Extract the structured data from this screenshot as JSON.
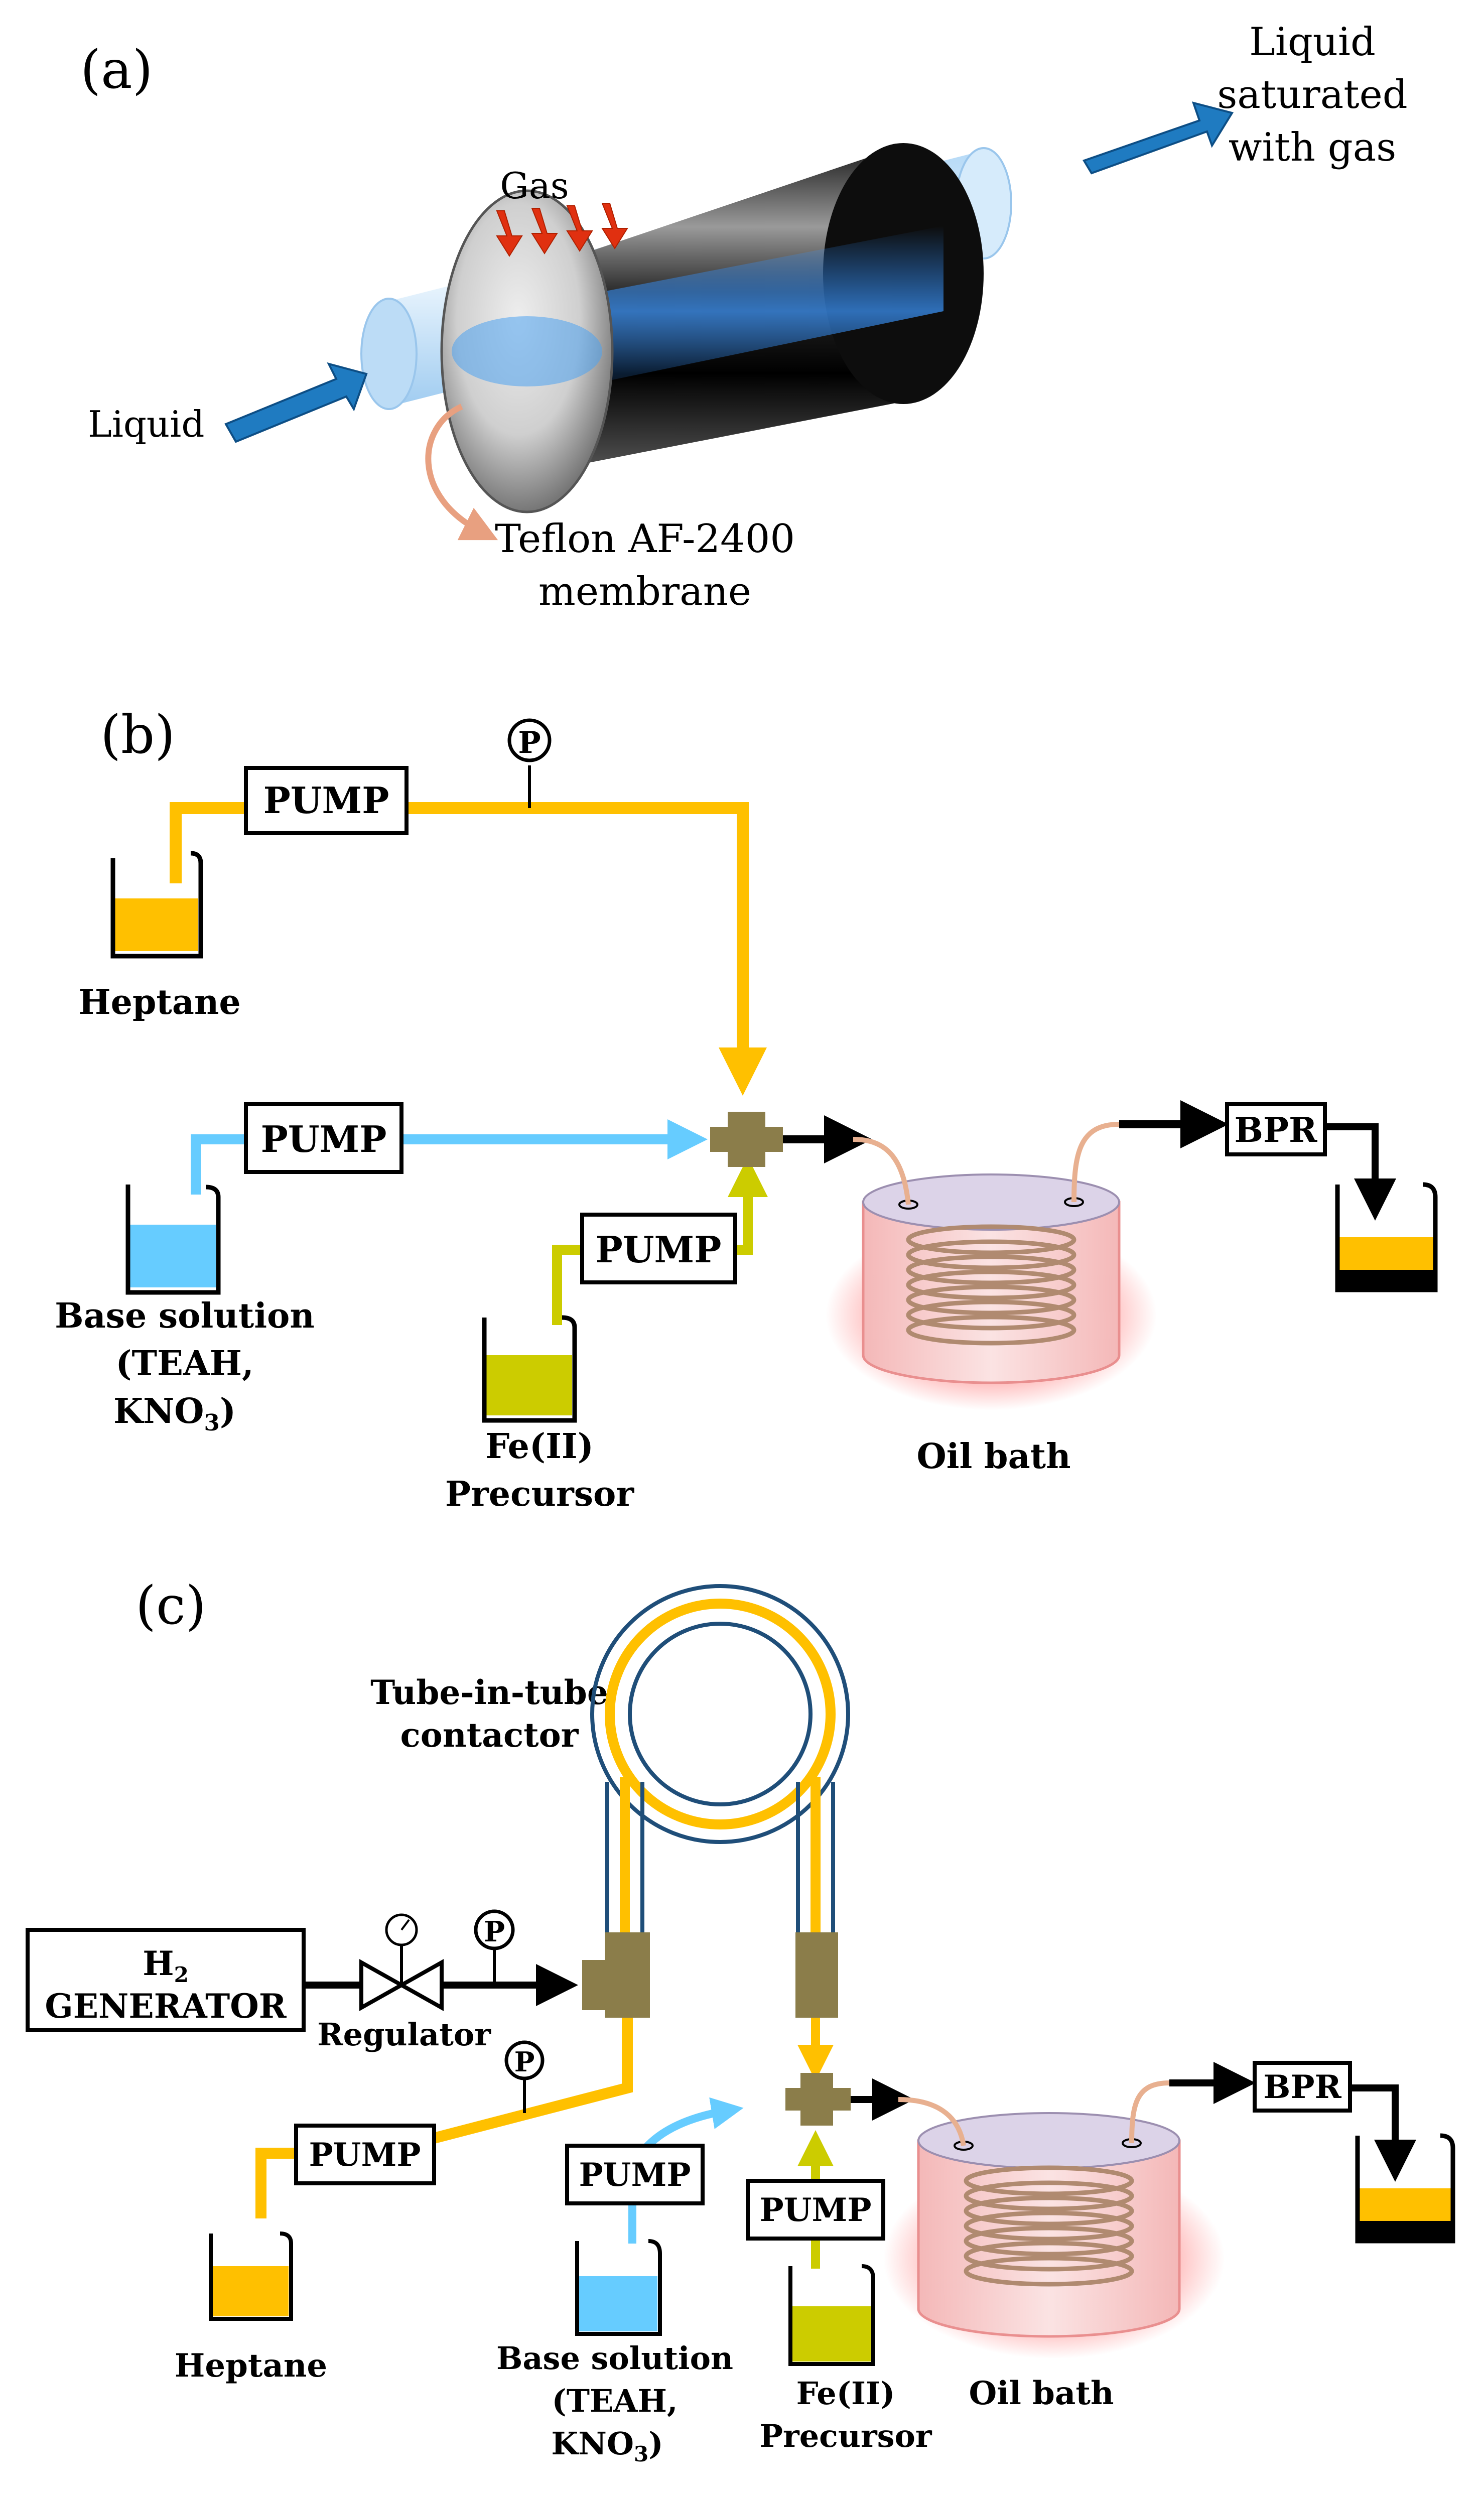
{
  "panel_a": {
    "label": "(a)",
    "gas_label": "Gas",
    "liquid_label": "Liquid",
    "outlet_label_lines": [
      "Liquid",
      "saturated",
      "with gas"
    ],
    "membrane_label_lines": [
      "Teflon AF-2400",
      "membrane"
    ]
  },
  "panel_b": {
    "label": "(b)",
    "pressure_gauge": "P",
    "pump_label": "PUMP",
    "heptane_label": "Heptane",
    "base_solution_lines": [
      "Base solution",
      "(TEAH,",
      "KNO"
    ],
    "base_subscript": "3",
    "base_close": ")",
    "fe_lines": [
      "Fe(II)",
      "Precursor"
    ],
    "oil_bath_label": "Oil bath",
    "bpr_label": "BPR"
  },
  "panel_c": {
    "label": "(c)",
    "contactor_lines": [
      "Tube-in-tube",
      "contactor"
    ],
    "generator_h": "H",
    "generator_sub": "2",
    "generator_word": "GENERATOR",
    "regulator_label": "Regulator",
    "pressure_gauge": "P",
    "pump_label": "PUMP",
    "heptane_label": "Heptane",
    "base_solution_lines": [
      "Base solution",
      "(TEAH,",
      "KNO"
    ],
    "base_subscript": "3",
    "base_close": ")",
    "fe_lines": [
      "Fe(II)",
      "Precursor"
    ],
    "oil_bath_label": "Oil bath",
    "bpr_label": "BPR"
  },
  "colors": {
    "heptane": "#FFC000",
    "base_solution": "#66CCFF",
    "fe_precursor": "#CCCC00",
    "connector": "#8B7D4A",
    "arrow_blue": "#1F7BC1",
    "arrow_red": "#E03010",
    "contactor_outer": "#1F4E79",
    "coil": "#C8A080",
    "bath_glow": "#FF8080",
    "line": "#000000"
  }
}
